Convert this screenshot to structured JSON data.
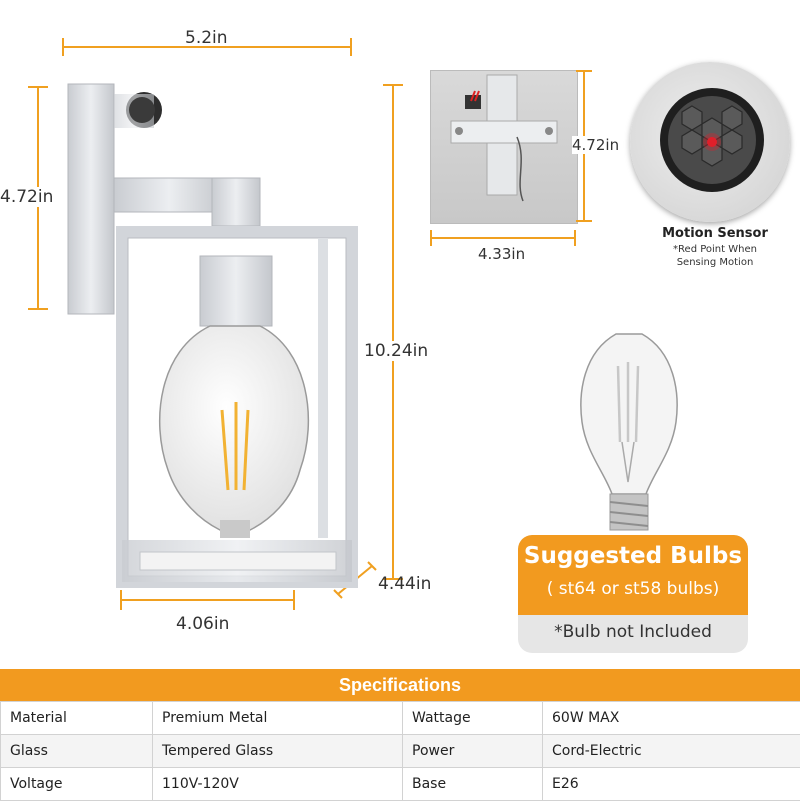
{
  "dimensions": {
    "top_width": "5.2in",
    "left_height": "4.72in",
    "total_height": "10.24in",
    "bottom_width": "4.06in",
    "depth": "4.44in",
    "mount_height": "4.72in",
    "mount_width": "4.33in"
  },
  "motion_sensor": {
    "title": "Motion Sensor",
    "note_line1": "*Red Point When",
    "note_line2": "Sensing Motion"
  },
  "suggested_bulbs": {
    "title": "Suggested Bulbs",
    "subtitle": "( st64 or st58 bulbs)",
    "note": "*Bulb not Included"
  },
  "specifications": {
    "header": "Specifications",
    "rows": [
      {
        "label1": "Material",
        "value1": "Premium Metal",
        "label2": "Wattage",
        "value2": "60W MAX"
      },
      {
        "label1": "Glass",
        "value1": "Tempered Glass",
        "label2": "Power",
        "value2": "Cord-Electric"
      },
      {
        "label1": "Voltage",
        "value1": "110V-120V",
        "label2": "Base",
        "value2": "E26"
      }
    ]
  },
  "colors": {
    "accent": "#f29a1f",
    "dimension_line": "#f0a020",
    "fixture": "#dadde2",
    "sensor_red": "#e0202a"
  }
}
